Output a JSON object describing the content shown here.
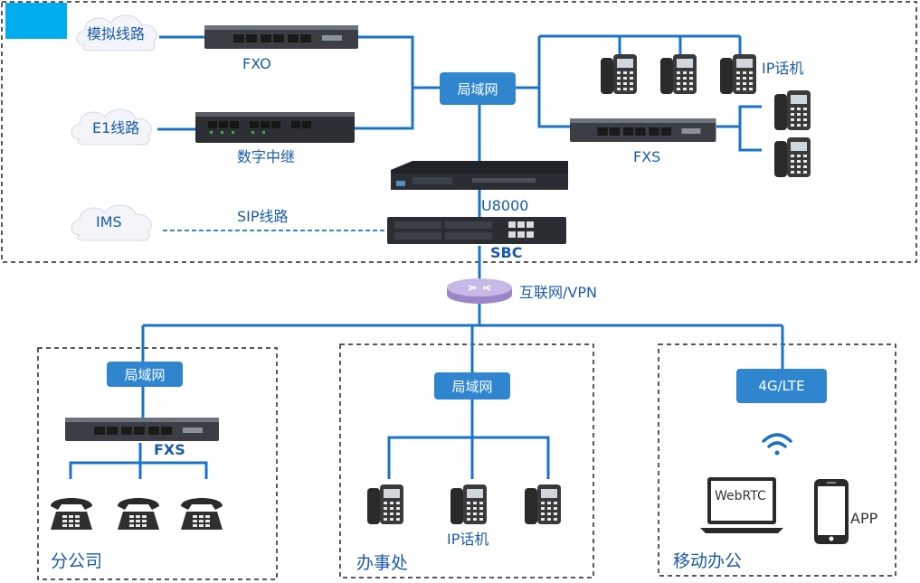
{
  "hq": {
    "clouds": {
      "analog": "模拟线路",
      "e1": "E1线路",
      "ims": "IMS"
    },
    "labels": {
      "fxo": "FXO",
      "digital_trunk": "数字中继",
      "sip_line": "SIP线路",
      "u8000": "U8000",
      "sbc": "SBC",
      "fxs": "FXS",
      "ip_phone": "IP话机"
    },
    "lan": "局域网"
  },
  "internet": {
    "label": "互联网/VPN"
  },
  "branch": {
    "lan": "局域网",
    "fxs": "FXS",
    "zone": "分公司"
  },
  "office": {
    "lan": "局域网",
    "ip_phone": "IP话机",
    "zone": "办事处"
  },
  "mobile": {
    "network": "4G/LTE",
    "webrtc": "WebRTC",
    "app": "APP",
    "zone": "移动办公"
  },
  "colors": {
    "line": "#1a73c8",
    "box": "#2f86cf",
    "label": "#1a5aa8",
    "accent": "#00aeef"
  },
  "icons": [
    "cloud-icon",
    "ip-phone-icon",
    "analog-phone-icon",
    "wifi-icon",
    "laptop-icon",
    "smartphone-icon",
    "router-icon",
    "gateway-icon",
    "server-icon"
  ]
}
